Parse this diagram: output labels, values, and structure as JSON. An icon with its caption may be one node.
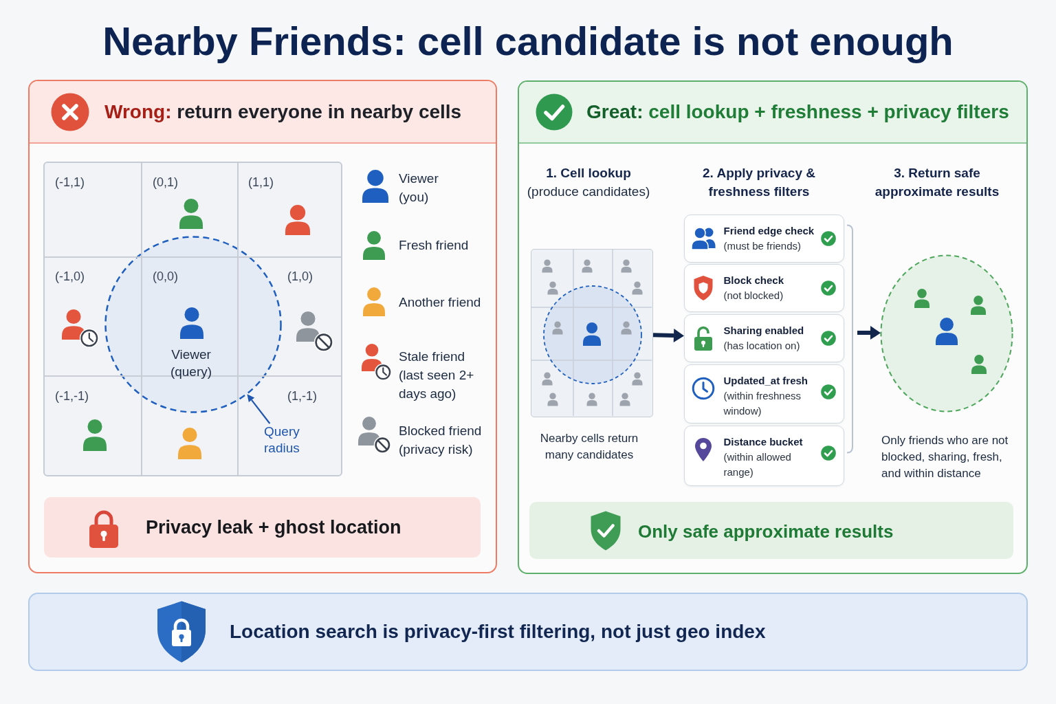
{
  "diagram": {
    "title": "Nearby Friends: cell candidate is not enough",
    "nodes": [
      {
        "text": [
          "**Wrong:** return everyone in nearby cells"
        ]
      },
      {
        "text": [],
        "shape": "box",
        "in": 0
      },
      {
        "text": [],
        "shape": "circle",
        "in": 1
      },
      {
        "text": [
          "(-1,1)"
        ],
        "in": 1
      },
      {
        "text": [
          "(0,1)"
        ],
        "in": 1
      },
      {
        "text": [
          "(1,1)"
        ],
        "in": 1
      },
      {
        "text": [
          "(-1,0)"
        ],
        "in": 1
      },
      {
        "text": [
          "(0,0)"
        ],
        "in": 2
      },
      {
        "text": [
          "(1,0)"
        ],
        "in": 1
      },
      {
        "text": [
          "(-1,-1)"
        ],
        "in": 1
      },
      {
        "text": [],
        "shape": "box",
        "in": 1
      },
      {
        "text": [
          "(1,-1)"
        ],
        "in": 1
      },
      {
        "text": [
          "Query radius"
        ],
        "in": 11
      },
      {
        "text": [
          "Privacy leak + ghost location"
        ],
        "in": 0
      },
      {
        "text": [
          "**Great:** cell lookup + freshness + privacy filters"
        ]
      },
      {
        "text": [],
        "shape": "box",
        "in": 14,
        "beside": [
          "Nearby cells return many candidates"
        ]
      },
      {
        "text": [
          "Friend edge check",
          "(must be friends)"
        ],
        "in": 14
      },
      {
        "text": [
          "Block check",
          "(not blocked)"
        ],
        "in": 14
      },
      {
        "text": [
          "Sharing enabled",
          "(has location on)"
        ],
        "in": 14
      },
      {
        "text": [
          "Updated_at fresh",
          "(within freshness window)"
        ],
        "in": 14
      },
      {
        "text": [
          "Distance bucket",
          "(within allowed range)"
        ],
        "in": 14
      },
      {
        "text": [],
        "shape": "circle",
        "in": 14,
        "beside": [
          "Only friends who are not blocked, sharing, fresh, and within distance"
        ]
      },
      {
        "text": [
          "Only safe approximate results"
        ],
        "in": 14
      },
      {
        "text": [
          "Location search is privacy-first filtering, not just geo index"
        ]
      }
    ],
    "edges": [
      {
        "from": 12,
        "to": 2,
        "arrow": "to",
        "color": "#1f56b0"
      },
      {
        "from": 15,
        "to": 18,
        "arrow": "to"
      },
      {
        "from": null,
        "to": 21,
        "arrow": "to"
      }
    ],
    "labels": [
      "Viewer (query)",
      "1. Cell lookup",
      "(produce candidates)",
      "2. Apply privacy & freshness filters",
      "3. Return safe approximate results"
    ],
    "legend": [
      {
        "text": "Viewer (you)"
      },
      {
        "text": "Fresh friend"
      },
      {
        "text": "Another friend"
      },
      {
        "text": "Stale friend (last seen 2+ days ago)"
      },
      {
        "text": "Blocked friend (privacy risk)"
      }
    ]
  }
}
